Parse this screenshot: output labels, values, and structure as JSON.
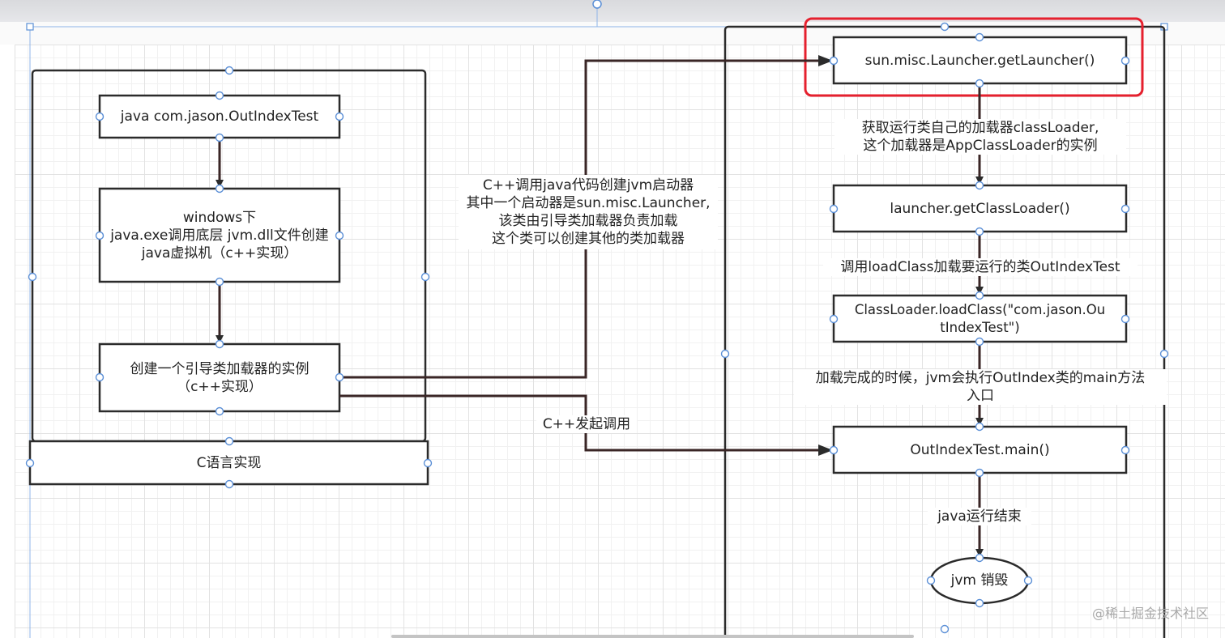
{
  "nodes": {
    "java_cmd": "java  com.jason.OutIndexTest",
    "windows": "windows下\njava.exe调用底层 jvm.dll文件创建java虚拟机（c++实现）",
    "bootstrap": "创建一个引导类加载器的实例\n（c++实现）",
    "c_impl": "C语言实现",
    "get_launcher": "sun.misc.Launcher.getLauncher()",
    "get_class_loader": "launcher.getClassLoader()",
    "load_class": "ClassLoader.loadClass(\"com.jason.Ou\ntIndexTest\")",
    "main": "OutIndexTest.main()",
    "destroy": "jvm 销毁"
  },
  "edge_labels": {
    "cpp_launcher": "C++调用java代码创建jvm启动器\n其中一个启动器是sun.misc.Launcher,\n该类由引导类加载器负责加载\n这个类可以创建其他的类加载器",
    "cpp_invoke": "C++发起调用",
    "get_loader": "获取运行类自己的加载器classLoader,\n这个加载器是AppClassLoader的实例",
    "load_call": "调用loadClass加载要运行的类OutIndexTest",
    "exec_main": "加载完成的时候，jvm会执行OutIndex类的main方法\n入口",
    "java_end": "java运行结束"
  },
  "watermark": "@稀土掘金技术社区",
  "colors": {
    "border": "#2b2b2b",
    "arrow_dark": "#3a2626",
    "highlight": "#e5202e",
    "handle": "#5b8fd6",
    "guide": "#8fb4e8"
  }
}
